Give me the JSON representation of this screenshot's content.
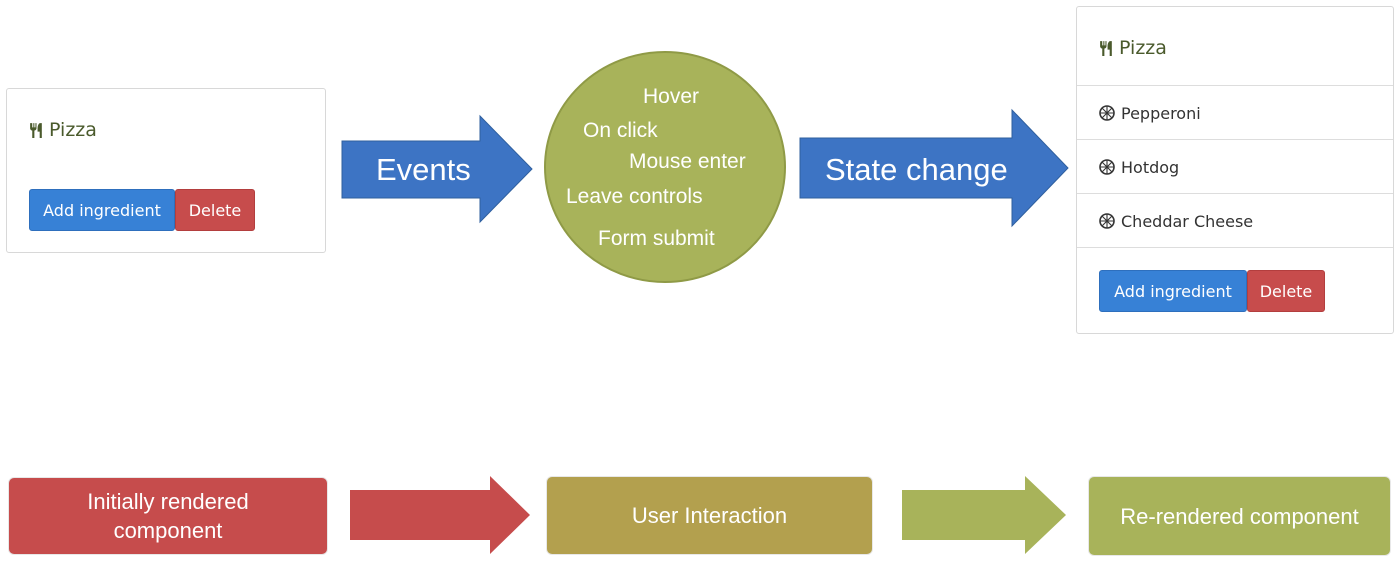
{
  "left_card": {
    "title": "Pizza",
    "add_label": "Add ingredient",
    "delete_label": "Delete"
  },
  "events_arrow": {
    "label": "Events",
    "color": "#3d74c4"
  },
  "events_circle": {
    "color": "#a8b35a",
    "items": [
      "Hover",
      "On click",
      "Mouse enter",
      "Leave controls",
      "Form submit"
    ]
  },
  "state_arrow": {
    "label": "State change",
    "color": "#3d74c4"
  },
  "right_card": {
    "title": "Pizza",
    "ingredients": [
      "Pepperoni",
      "Hotdog",
      "Cheddar Cheese"
    ],
    "add_label": "Add ingredient",
    "delete_label": "Delete"
  },
  "flow": {
    "step1": {
      "label": "Initially rendered component",
      "color": "#c64c4c"
    },
    "step2": {
      "label": "User Interaction",
      "color": "#b3a04e"
    },
    "step3": {
      "label": "Re-rendered component",
      "color": "#a8b35a"
    }
  }
}
